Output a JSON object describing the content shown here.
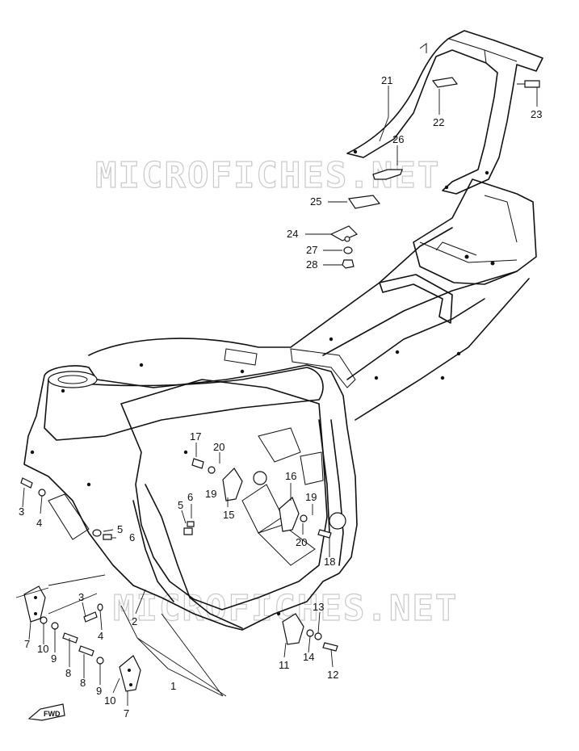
{
  "watermark": "MICROFICHES.NET",
  "fwd_label": "FWD",
  "callouts": [
    {
      "id": "c1",
      "text": "1"
    },
    {
      "id": "c2",
      "text": "2"
    },
    {
      "id": "c3a",
      "text": "3"
    },
    {
      "id": "c3b",
      "text": "3"
    },
    {
      "id": "c4a",
      "text": "4"
    },
    {
      "id": "c4b",
      "text": "4"
    },
    {
      "id": "c5a",
      "text": "5"
    },
    {
      "id": "c5b",
      "text": "5"
    },
    {
      "id": "c6a",
      "text": "6"
    },
    {
      "id": "c6b",
      "text": "6"
    },
    {
      "id": "c7a",
      "text": "7"
    },
    {
      "id": "c7b",
      "text": "7"
    },
    {
      "id": "c8a",
      "text": "8"
    },
    {
      "id": "c8b",
      "text": "8"
    },
    {
      "id": "c9a",
      "text": "9"
    },
    {
      "id": "c9b",
      "text": "9"
    },
    {
      "id": "c10a",
      "text": "10"
    },
    {
      "id": "c10b",
      "text": "10"
    },
    {
      "id": "c11",
      "text": "11"
    },
    {
      "id": "c12",
      "text": "12"
    },
    {
      "id": "c13",
      "text": "13"
    },
    {
      "id": "c14",
      "text": "14"
    },
    {
      "id": "c15",
      "text": "15"
    },
    {
      "id": "c16",
      "text": "16"
    },
    {
      "id": "c17",
      "text": "17"
    },
    {
      "id": "c18",
      "text": "18"
    },
    {
      "id": "c19a",
      "text": "19"
    },
    {
      "id": "c19b",
      "text": "19"
    },
    {
      "id": "c20a",
      "text": "20"
    },
    {
      "id": "c20b",
      "text": "20"
    },
    {
      "id": "c21",
      "text": "21"
    },
    {
      "id": "c22",
      "text": "22"
    },
    {
      "id": "c23",
      "text": "23"
    },
    {
      "id": "c24",
      "text": "24"
    },
    {
      "id": "c25",
      "text": "25"
    },
    {
      "id": "c26",
      "text": "26"
    },
    {
      "id": "c27",
      "text": "27"
    },
    {
      "id": "c28",
      "text": "28"
    }
  ]
}
